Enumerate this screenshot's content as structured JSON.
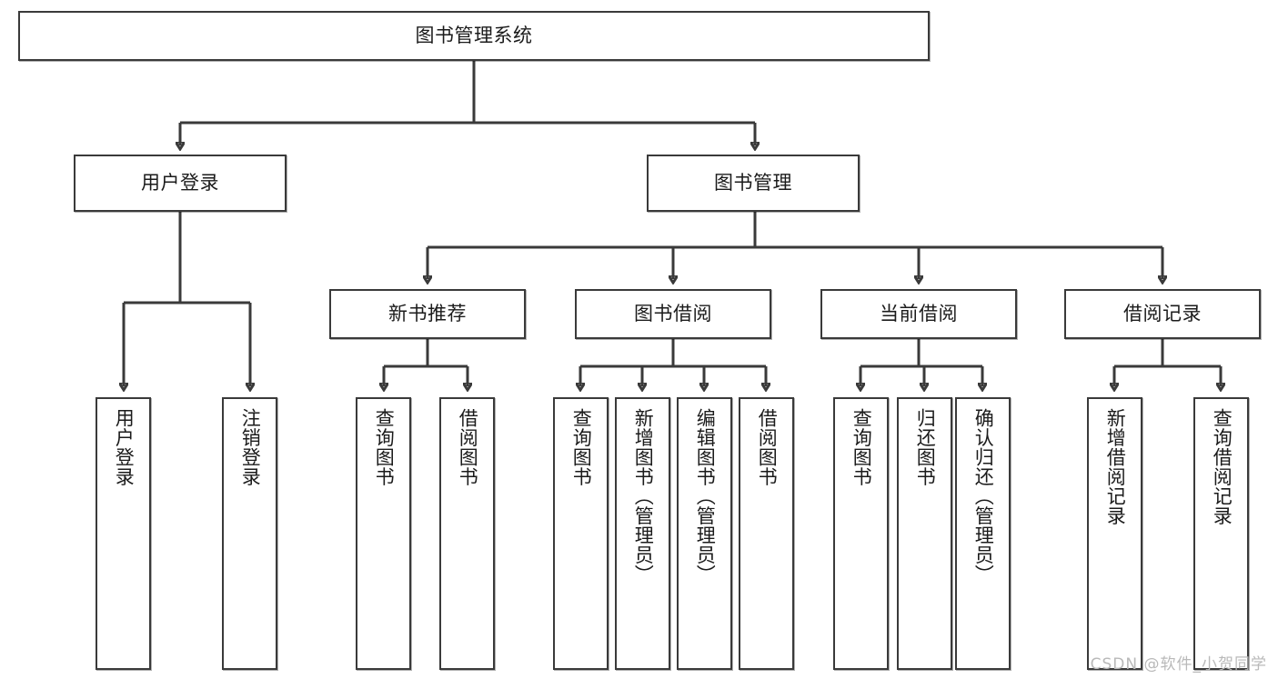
{
  "diagram": {
    "title": "图书管理系统",
    "type": "功能结构图",
    "root": {
      "id": "root",
      "label": "图书管理系统",
      "orientation": "horizontal"
    },
    "level2": [
      {
        "id": "user-login",
        "label": "用户登录",
        "orientation": "horizontal"
      },
      {
        "id": "book-manage",
        "label": "图书管理",
        "orientation": "horizontal"
      }
    ],
    "level3": [
      {
        "id": "new-book-recommend",
        "label": "新书推荐",
        "orientation": "horizontal",
        "parent": "book-manage"
      },
      {
        "id": "book-borrow",
        "label": "图书借阅",
        "orientation": "horizontal",
        "parent": "book-manage"
      },
      {
        "id": "current-borrow",
        "label": "当前借阅",
        "orientation": "horizontal",
        "parent": "book-manage"
      },
      {
        "id": "borrow-record",
        "label": "借阅记录",
        "orientation": "horizontal",
        "parent": "book-manage"
      }
    ],
    "leaves": [
      {
        "id": "leaf-user-login",
        "label": "用户登录",
        "parent": "user-login"
      },
      {
        "id": "leaf-user-logout",
        "label": "注销登录",
        "parent": "user-login"
      },
      {
        "id": "leaf-query-book-1",
        "label": "查询图书",
        "parent": "new-book-recommend"
      },
      {
        "id": "leaf-borrow-book-1",
        "label": "借阅图书",
        "parent": "new-book-recommend"
      },
      {
        "id": "leaf-query-book-2",
        "label": "查询图书",
        "parent": "book-borrow"
      },
      {
        "id": "leaf-add-book",
        "label": "新增图书（管理员）",
        "parent": "book-borrow"
      },
      {
        "id": "leaf-edit-book",
        "label": "编辑图书（管理员）",
        "parent": "book-borrow"
      },
      {
        "id": "leaf-borrow-book-2",
        "label": "借阅图书",
        "parent": "book-borrow"
      },
      {
        "id": "leaf-query-book-3",
        "label": "查询图书",
        "parent": "current-borrow"
      },
      {
        "id": "leaf-return-book",
        "label": "归还图书",
        "parent": "current-borrow"
      },
      {
        "id": "leaf-confirm-return",
        "label": "确认归还（管理员）",
        "parent": "current-borrow"
      },
      {
        "id": "leaf-add-record",
        "label": "新增借阅记录",
        "parent": "borrow-record"
      },
      {
        "id": "leaf-query-record",
        "label": "查询借阅记录",
        "parent": "borrow-record"
      }
    ],
    "colors": {
      "stroke": "#3a3a3a",
      "fill": "#ffffff",
      "text": "#1b1b1b",
      "watermark": "#b9b9b9"
    }
  },
  "watermark": {
    "text": "CSDN @软件_小贺同学"
  }
}
